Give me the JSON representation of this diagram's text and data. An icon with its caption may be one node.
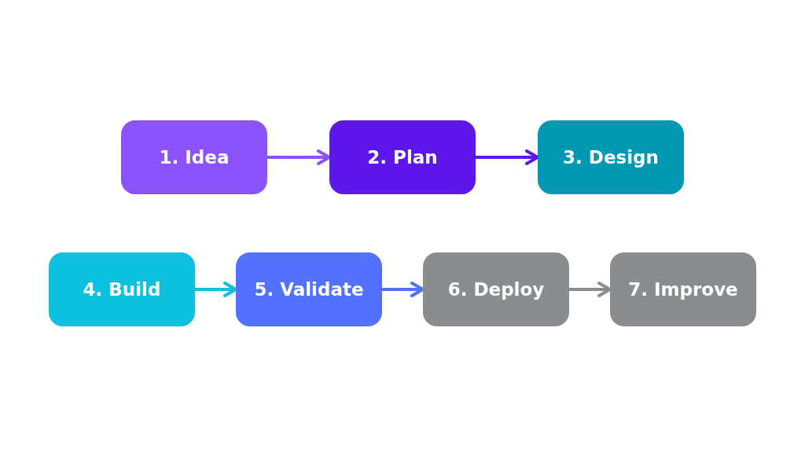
{
  "diagram": {
    "nodes": [
      {
        "text": [
          "1. Idea"
        ]
      },
      {
        "text": [
          "2. Plan"
        ]
      },
      {
        "text": [
          "3. Design"
        ]
      },
      {
        "text": [
          "4. Build"
        ]
      },
      {
        "text": [
          "5. Validate"
        ]
      },
      {
        "text": [
          "6. Deploy"
        ]
      },
      {
        "text": [
          "7. Improve"
        ]
      }
    ],
    "edges": [
      {
        "from": 0,
        "to": 1,
        "arrow": "to",
        "color": "#8c52ff"
      },
      {
        "from": 1,
        "to": 2,
        "arrow": "to",
        "color": "#5e17eb"
      },
      {
        "from": 3,
        "to": 4,
        "arrow": "to",
        "color": "#0cc0df"
      },
      {
        "from": 4,
        "to": 5,
        "arrow": "to",
        "color": "#5271ff"
      },
      {
        "from": 5,
        "to": 6,
        "arrow": "to",
        "color": "#8a8d8f"
      }
    ]
  }
}
